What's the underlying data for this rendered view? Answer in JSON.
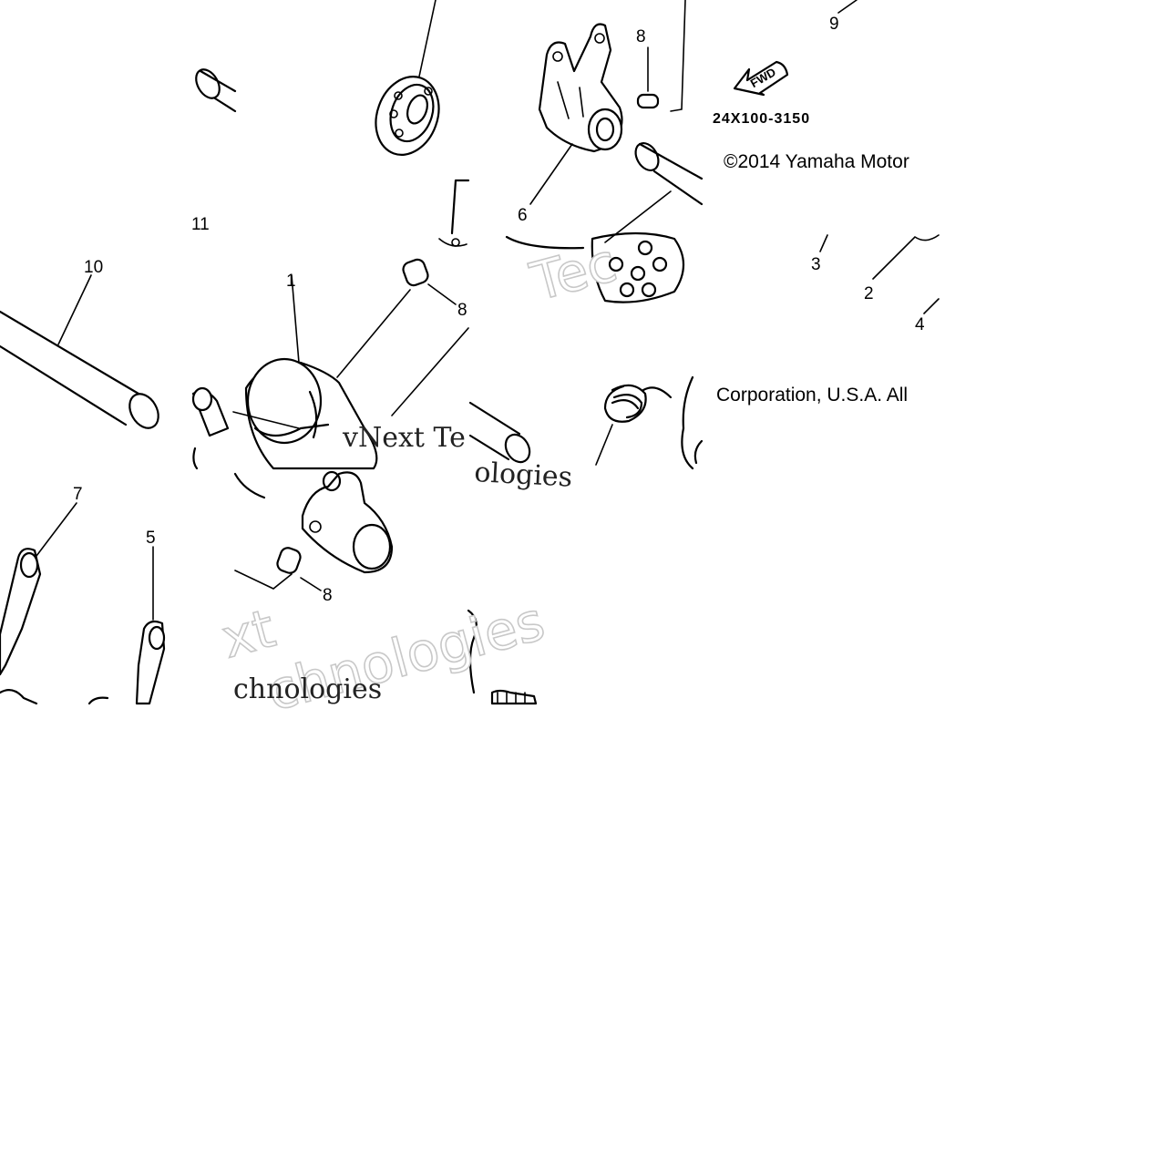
{
  "callouts": {
    "c1": "1",
    "c2": "2",
    "c3": "3",
    "c4": "4",
    "c5": "5",
    "c6": "6",
    "c7": "7",
    "c8a": "8",
    "c8b": "8",
    "c8c": "8",
    "c9": "9",
    "c10": "10",
    "c11": "11"
  },
  "fwd_label": "FWD",
  "part_code": "24X100-3150",
  "copyright_line1": "©2014 Yamaha Motor",
  "copyright_line2": "Corporation, U.S.A. All",
  "watermark": {
    "w1": "Tec",
    "w2": "vNext Te",
    "w3": "chnologies",
    "w4": "xt",
    "w5": "ologies",
    "w6": "chnologies"
  }
}
